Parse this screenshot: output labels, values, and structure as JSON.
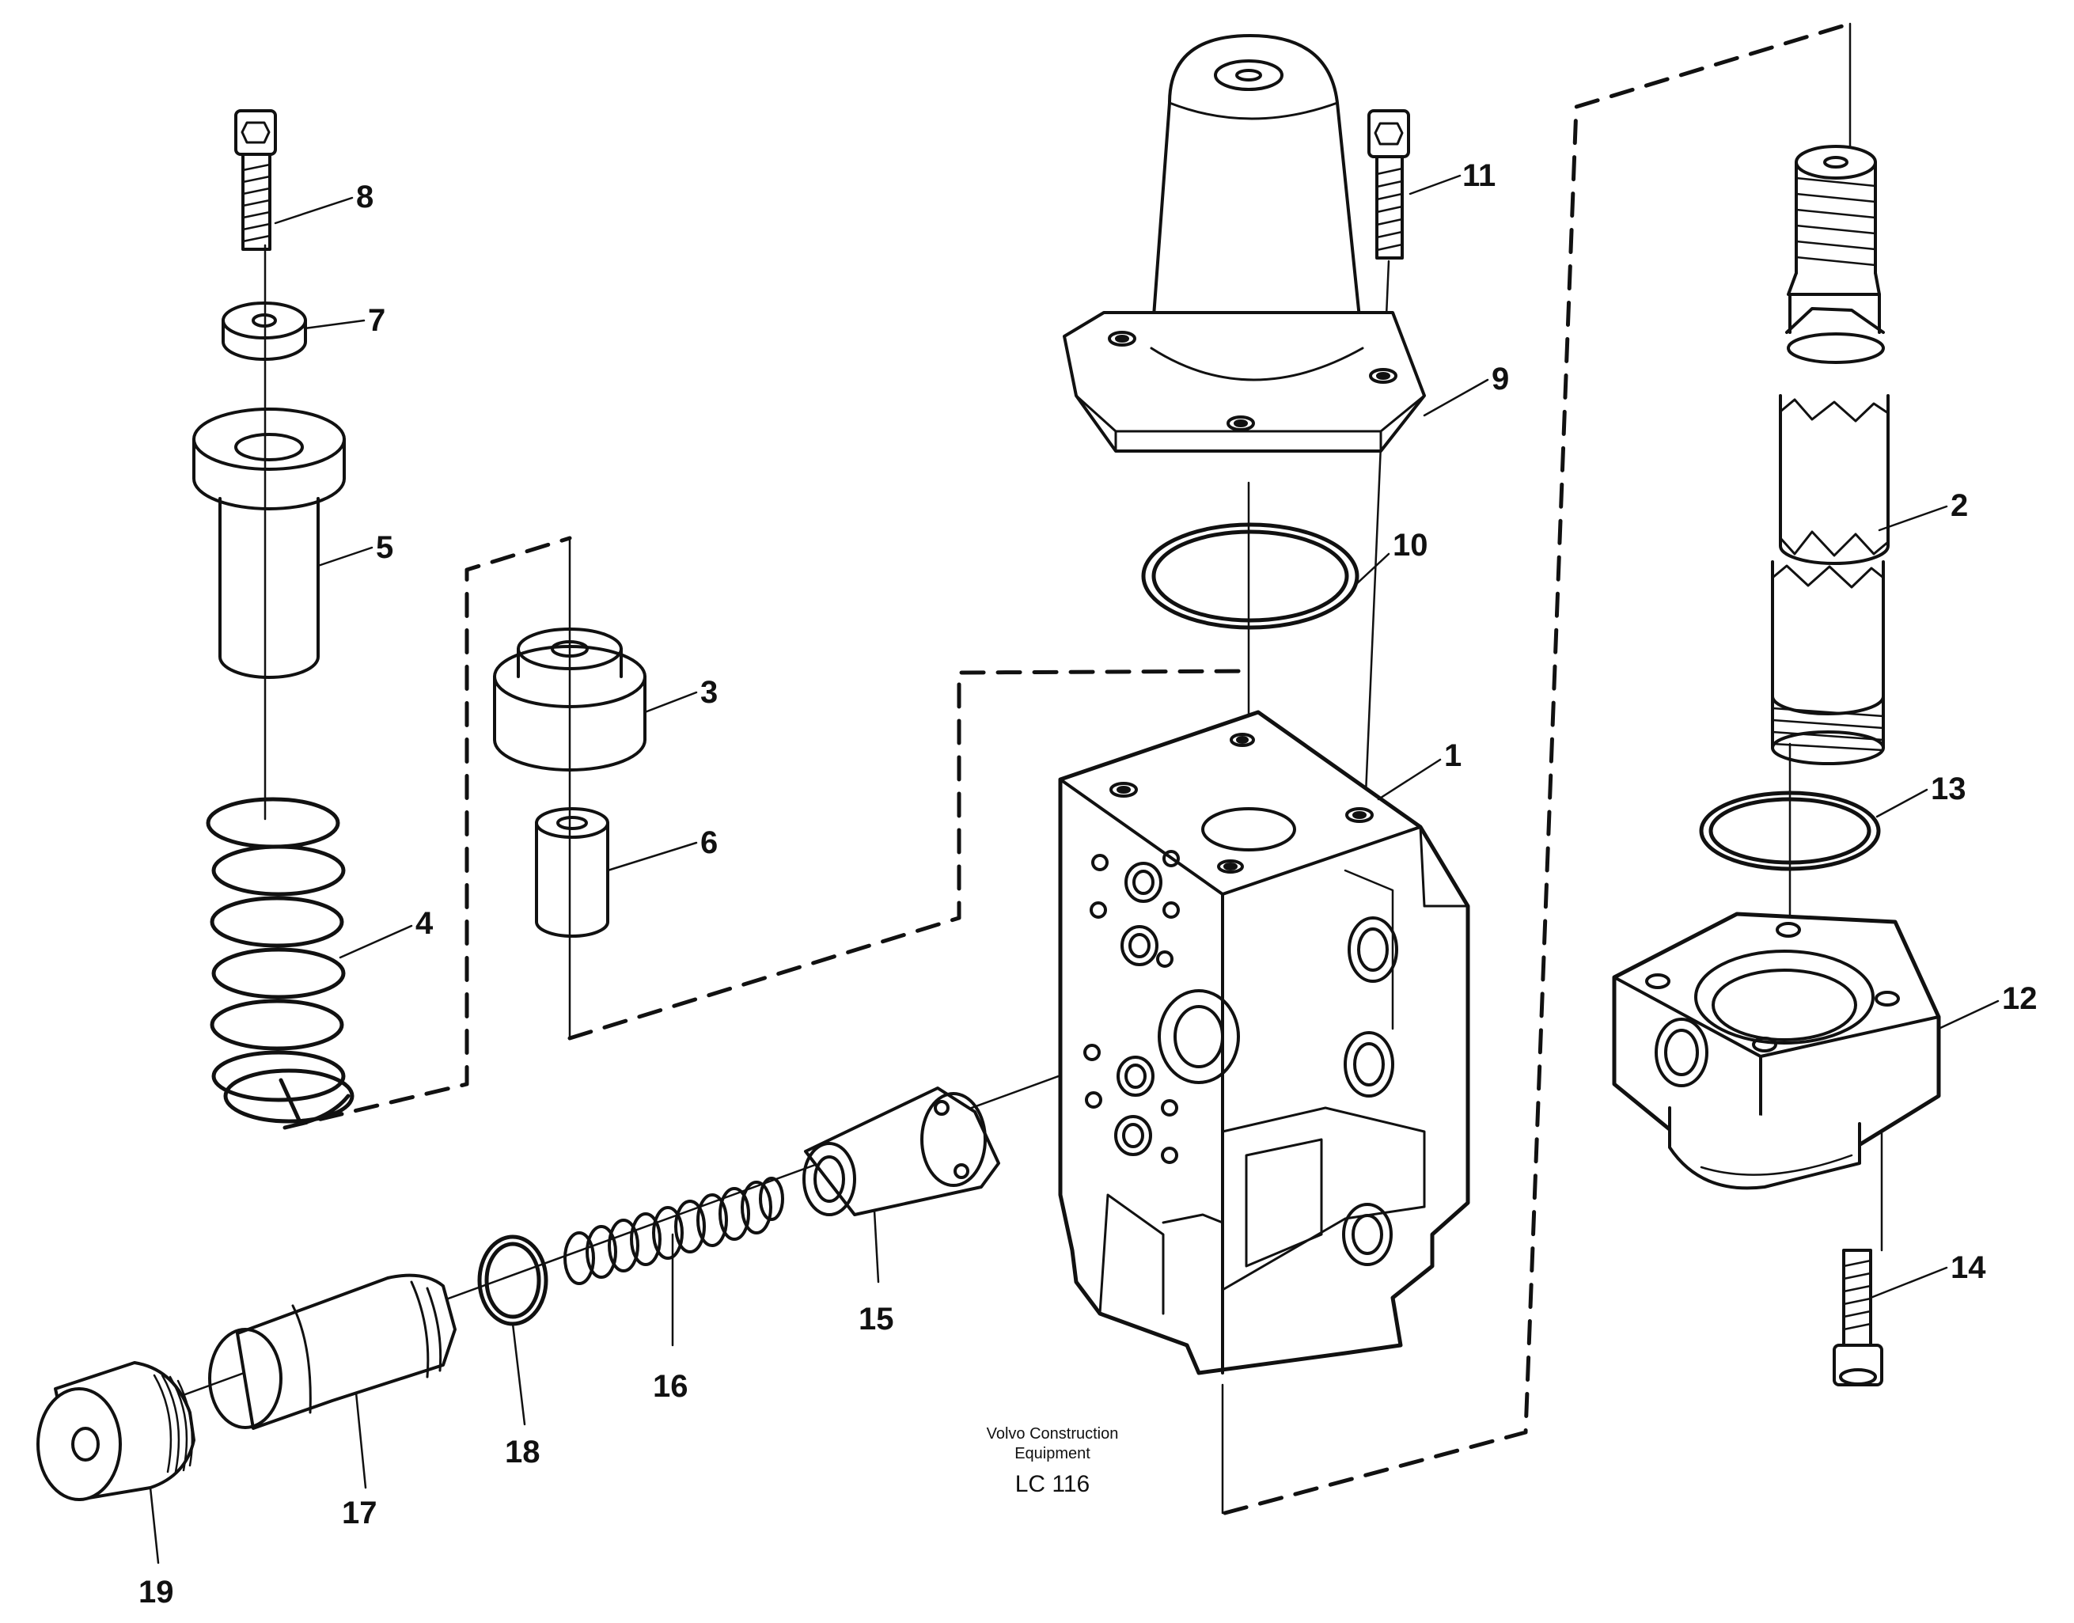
{
  "diagram": {
    "caption": {
      "line1": "Volvo Construction",
      "line2": "Equipment",
      "code": "LC 116"
    },
    "callouts": [
      {
        "id": "1",
        "label": "1"
      },
      {
        "id": "2",
        "label": "2"
      },
      {
        "id": "3",
        "label": "3"
      },
      {
        "id": "4",
        "label": "4"
      },
      {
        "id": "5",
        "label": "5"
      },
      {
        "id": "6",
        "label": "6"
      },
      {
        "id": "7",
        "label": "7"
      },
      {
        "id": "8",
        "label": "8"
      },
      {
        "id": "9",
        "label": "9"
      },
      {
        "id": "10",
        "label": "10"
      },
      {
        "id": "11",
        "label": "11"
      },
      {
        "id": "12",
        "label": "12"
      },
      {
        "id": "13",
        "label": "13"
      },
      {
        "id": "14",
        "label": "14"
      },
      {
        "id": "15",
        "label": "15"
      },
      {
        "id": "16",
        "label": "16"
      },
      {
        "id": "17",
        "label": "17"
      },
      {
        "id": "18",
        "label": "18"
      },
      {
        "id": "19",
        "label": "19"
      }
    ]
  },
  "colors": {
    "ink": "#111111",
    "paper": "#ffffff"
  }
}
